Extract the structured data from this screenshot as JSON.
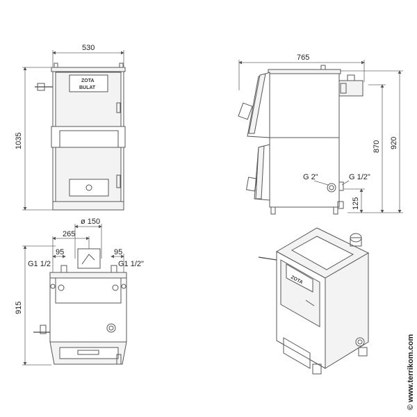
{
  "front_view": {
    "dim_width": "530",
    "dim_height": "1035",
    "logo": "ZOTA",
    "model": "BULAT"
  },
  "side_view": {
    "dim_depth": "765",
    "dim_920": "920",
    "dim_870": "870",
    "dim_125": "125",
    "label_g2": "G 2\"",
    "label_g12": "G 1/2\""
  },
  "top_view": {
    "dim_150": "ø 150",
    "dim_265": "265",
    "dim_95_left": "95",
    "dim_95_right": "95",
    "label_left": "G1 1/2",
    "label_right": "G1 1/2\"",
    "dim_915": "915"
  },
  "iso_view": {
    "logo": "ZOTA"
  },
  "watermark": "© www.terrikom.com"
}
